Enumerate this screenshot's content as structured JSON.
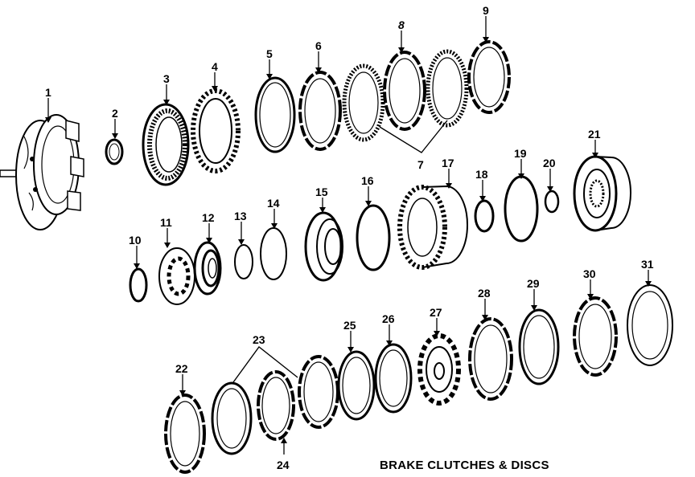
{
  "caption": "BRAKE CLUTCHES & DISCS",
  "callouts": [
    {
      "id": "c1",
      "label": "1"
    },
    {
      "id": "c2",
      "label": "2"
    },
    {
      "id": "c3",
      "label": "3"
    },
    {
      "id": "c4",
      "label": "4"
    },
    {
      "id": "c5",
      "label": "5"
    },
    {
      "id": "c6",
      "label": "6"
    },
    {
      "id": "c7",
      "label": "7"
    },
    {
      "id": "c8",
      "label": "8"
    },
    {
      "id": "c9",
      "label": "9"
    },
    {
      "id": "c10",
      "label": "10"
    },
    {
      "id": "c11",
      "label": "11"
    },
    {
      "id": "c12",
      "label": "12"
    },
    {
      "id": "c13",
      "label": "13"
    },
    {
      "id": "c14",
      "label": "14"
    },
    {
      "id": "c15",
      "label": "15"
    },
    {
      "id": "c16",
      "label": "16"
    },
    {
      "id": "c17",
      "label": "17"
    },
    {
      "id": "c18",
      "label": "18"
    },
    {
      "id": "c19",
      "label": "19"
    },
    {
      "id": "c20",
      "label": "20"
    },
    {
      "id": "c21",
      "label": "21"
    },
    {
      "id": "c22",
      "label": "22"
    },
    {
      "id": "c23",
      "label": "23"
    },
    {
      "id": "c24",
      "label": "24"
    },
    {
      "id": "c25",
      "label": "25"
    },
    {
      "id": "c26",
      "label": "26"
    },
    {
      "id": "c27",
      "label": "27"
    },
    {
      "id": "c28",
      "label": "28"
    },
    {
      "id": "c29",
      "label": "29"
    },
    {
      "id": "c30",
      "label": "30"
    },
    {
      "id": "c31",
      "label": "31"
    }
  ]
}
